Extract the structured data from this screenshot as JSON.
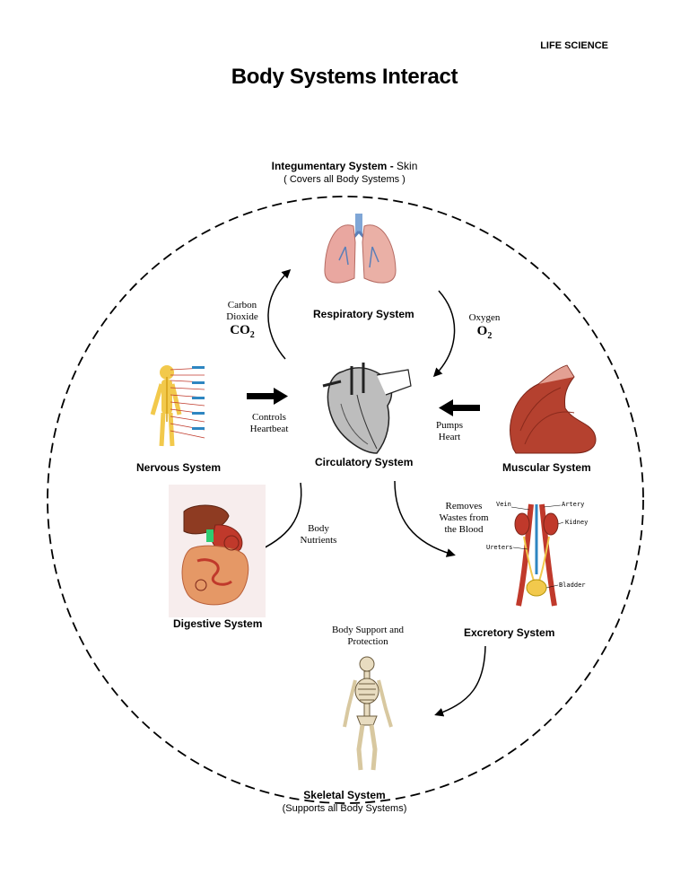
{
  "header": {
    "subject": "LIFE SCIENCE"
  },
  "title": "Body Systems Interact",
  "integumentary": {
    "name": "Integumentary System",
    "separator": "-",
    "detail": "Skin",
    "note": "( Covers all Body Systems )"
  },
  "systems": {
    "respiratory": "Respiratory System",
    "circulatory": "Circulatory System",
    "nervous": "Nervous System",
    "muscular": "Muscular System",
    "digestive": "Digestive System",
    "excretory": "Excretory System",
    "skeletal": "Skeletal System",
    "skeletal_note": "(Supports all Body Systems)"
  },
  "interactions": {
    "carbon_dioxide": {
      "line1": "Carbon",
      "line2": "Dioxide",
      "formula": "CO",
      "subscript": "2"
    },
    "oxygen": {
      "line1": "Oxygen",
      "formula": "O",
      "subscript": "2"
    },
    "controls_heartbeat": {
      "line1": "Controls",
      "line2": "Heartbeat"
    },
    "pumps_heart": {
      "line1": "Pumps",
      "line2": "Heart"
    },
    "body_nutrients": {
      "line1": "Body",
      "line2": "Nutrients"
    },
    "removes_wastes": {
      "line1": "Removes",
      "line2": "Wastes from",
      "line3": "the Blood"
    },
    "body_support": {
      "line1": "Body Support and",
      "line2": "Protection"
    }
  },
  "excretory_labels": {
    "vein": "Vein",
    "artery": "Artery",
    "kidney": "Kidney",
    "ureters": "Ureters",
    "bladder": "Bladder"
  },
  "colors": {
    "muscle": "#b5412f",
    "organ_red": "#c0392b",
    "lung_pink": "#e9a7a0",
    "bone": "#e8dcc0",
    "nerve_yellow": "#f2c94c"
  }
}
